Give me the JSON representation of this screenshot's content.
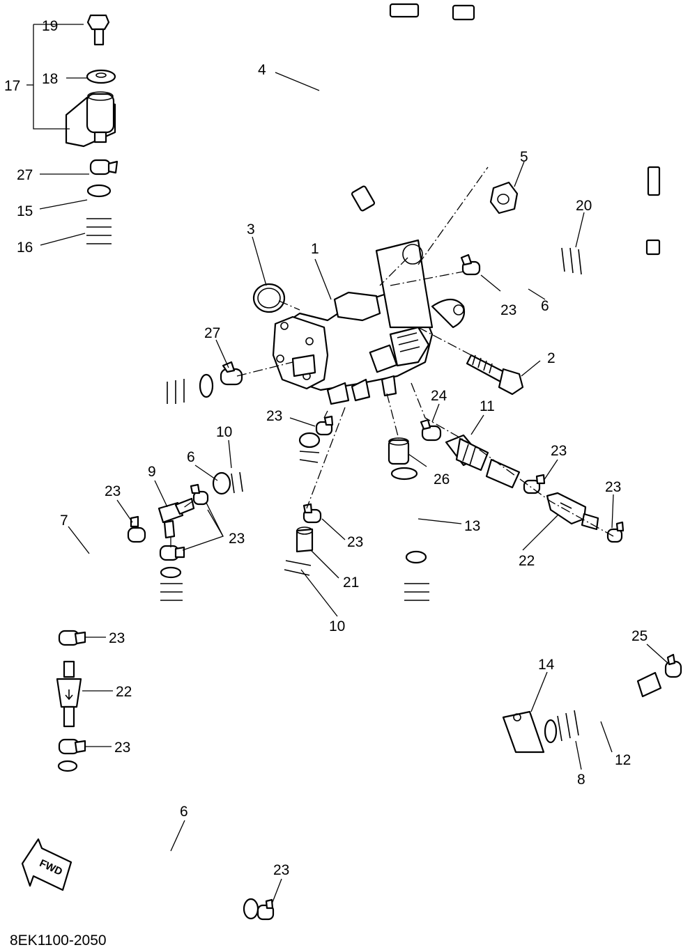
{
  "diagram_code": "8EK1100-2050",
  "direction_label": "FWD",
  "callouts": [
    {
      "id": "c19",
      "text": "19"
    },
    {
      "id": "c18",
      "text": "18"
    },
    {
      "id": "c17",
      "text": "17"
    },
    {
      "id": "c27a",
      "text": "27"
    },
    {
      "id": "c15",
      "text": "15"
    },
    {
      "id": "c16",
      "text": "16"
    },
    {
      "id": "c4",
      "text": "4"
    },
    {
      "id": "c5",
      "text": "5"
    },
    {
      "id": "c3",
      "text": "3"
    },
    {
      "id": "c1",
      "text": "1"
    },
    {
      "id": "c20",
      "text": "20"
    },
    {
      "id": "c23a",
      "text": "23"
    },
    {
      "id": "c6a",
      "text": "6"
    },
    {
      "id": "c27b",
      "text": "27"
    },
    {
      "id": "c2",
      "text": "2"
    },
    {
      "id": "c23b",
      "text": "23"
    },
    {
      "id": "c24",
      "text": "24"
    },
    {
      "id": "c11",
      "text": "11"
    },
    {
      "id": "c10a",
      "text": "10"
    },
    {
      "id": "c6b",
      "text": "6"
    },
    {
      "id": "c9",
      "text": "9"
    },
    {
      "id": "c23c",
      "text": "23"
    },
    {
      "id": "c26",
      "text": "26"
    },
    {
      "id": "c23d",
      "text": "23"
    },
    {
      "id": "c23e",
      "text": "23"
    },
    {
      "id": "c7",
      "text": "7"
    },
    {
      "id": "c23f",
      "text": "23"
    },
    {
      "id": "c13",
      "text": "13"
    },
    {
      "id": "c23g",
      "text": "23"
    },
    {
      "id": "c21",
      "text": "21"
    },
    {
      "id": "c22a",
      "text": "22"
    },
    {
      "id": "c10b",
      "text": "10"
    },
    {
      "id": "c23h",
      "text": "23"
    },
    {
      "id": "c25",
      "text": "25"
    },
    {
      "id": "c14",
      "text": "14"
    },
    {
      "id": "c22b",
      "text": "22"
    },
    {
      "id": "c23i",
      "text": "23"
    },
    {
      "id": "c12",
      "text": "12"
    },
    {
      "id": "c8",
      "text": "8"
    },
    {
      "id": "c6c",
      "text": "6"
    },
    {
      "id": "c23j",
      "text": "23"
    }
  ]
}
